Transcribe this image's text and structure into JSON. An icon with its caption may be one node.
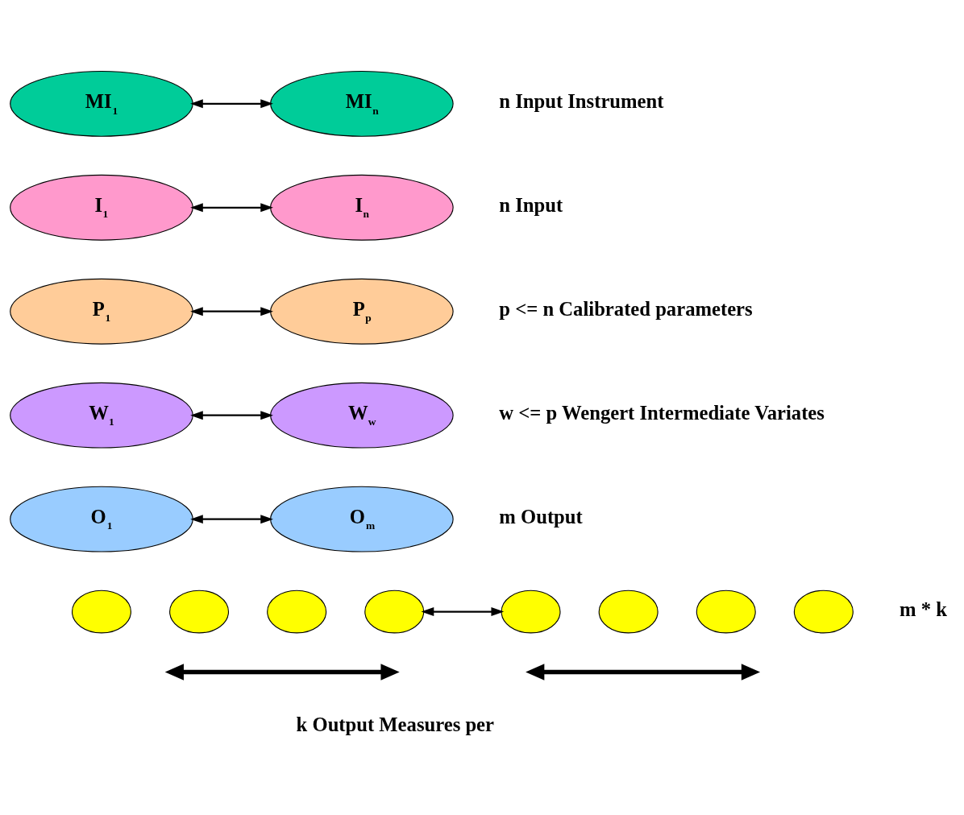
{
  "diagram": {
    "nodes": [
      {
        "text": [
          "MI$_{1}$"
        ]
      },
      {
        "text": [
          "MI$_{n}$"
        ]
      },
      {
        "text": [
          "I$_{1}$"
        ]
      },
      {
        "text": [
          "I$_{n}$"
        ]
      },
      {
        "text": [
          "P$_{1}$"
        ]
      },
      {
        "text": [
          "P$_{p}$"
        ]
      },
      {
        "text": [
          "W$_{1}$"
        ]
      },
      {
        "text": [
          "W$_{w}$"
        ]
      },
      {
        "text": [
          "O$_{1}$"
        ]
      },
      {
        "text": [
          "O$_{m}$"
        ]
      },
      {
        "text": [],
        "shape": "circle"
      },
      {
        "text": [],
        "shape": "circle"
      },
      {
        "text": [],
        "shape": "circle"
      },
      {
        "text": [],
        "shape": "circle"
      },
      {
        "text": [],
        "shape": "circle"
      },
      {
        "text": [],
        "shape": "circle"
      },
      {
        "text": [],
        "shape": "circle"
      },
      {
        "text": [],
        "shape": "circle"
      }
    ],
    "edges": [
      {
        "from": 0,
        "to": 1,
        "arrow": "both"
      },
      {
        "from": 2,
        "to": 3,
        "arrow": "both"
      },
      {
        "from": 4,
        "to": 5,
        "arrow": "both"
      },
      {
        "from": 6,
        "to": 7,
        "arrow": "both"
      },
      {
        "from": 8,
        "to": 9,
        "arrow": "both"
      },
      {
        "from": 13,
        "to": 14,
        "arrow": "both"
      }
    ],
    "labels": [
      "n Input Instrument",
      "n Input",
      "p <= n Calibrated parameters",
      "w <= p Wengert Intermediate Variates",
      "m Output",
      "m * k",
      "k Output Measures per"
    ]
  }
}
